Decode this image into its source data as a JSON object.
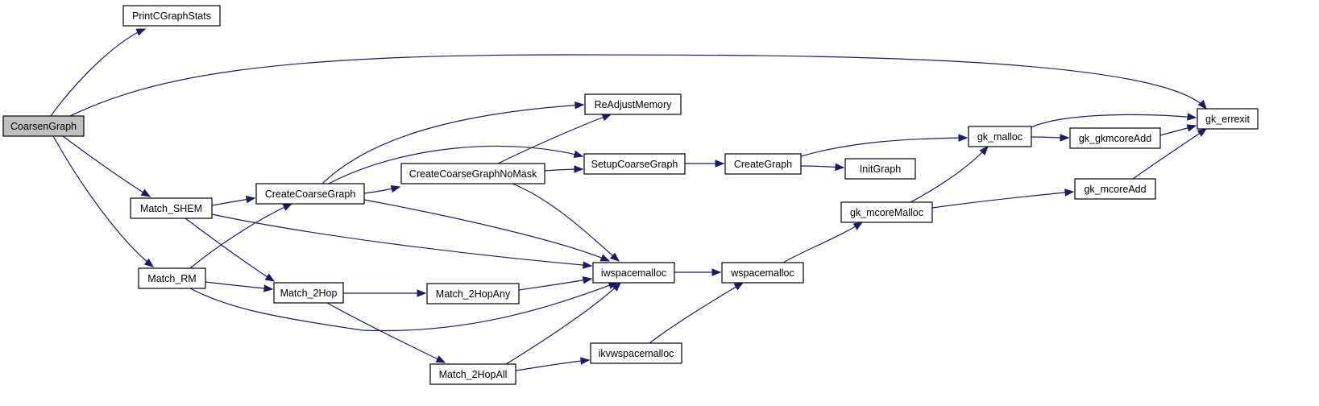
{
  "graph": {
    "root": "CoarsenGraph",
    "nodes": [
      {
        "id": "CoarsenGraph",
        "label": "CoarsenGraph"
      },
      {
        "id": "PrintCGraphStats",
        "label": "PrintCGraphStats"
      },
      {
        "id": "gk_errexit",
        "label": "gk_errexit"
      },
      {
        "id": "Match_SHEM",
        "label": "Match_SHEM"
      },
      {
        "id": "Match_RM",
        "label": "Match_RM"
      },
      {
        "id": "CreateCoarseGraph",
        "label": "CreateCoarseGraph"
      },
      {
        "id": "Match_2Hop",
        "label": "Match_2Hop"
      },
      {
        "id": "iwspacemalloc",
        "label": "iwspacemalloc"
      },
      {
        "id": "ReAdjustMemory",
        "label": "ReAdjustMemory"
      },
      {
        "id": "SetupCoarseGraph",
        "label": "SetupCoarseGraph"
      },
      {
        "id": "CreateCoarseGraphNoMask",
        "label": "CreateCoarseGraphNoMask"
      },
      {
        "id": "Match_2HopAny",
        "label": "Match_2HopAny"
      },
      {
        "id": "Match_2HopAll",
        "label": "Match_2HopAll"
      },
      {
        "id": "ikvwspacemalloc",
        "label": "ikvwspacemalloc"
      },
      {
        "id": "CreateGraph",
        "label": "CreateGraph"
      },
      {
        "id": "InitGraph",
        "label": "InitGraph"
      },
      {
        "id": "wspacemalloc",
        "label": "wspacemalloc"
      },
      {
        "id": "gk_malloc",
        "label": "gk_malloc"
      },
      {
        "id": "gk_mcoreMalloc",
        "label": "gk_mcoreMalloc"
      },
      {
        "id": "gk_gkmcoreAdd",
        "label": "gk_gkmcoreAdd"
      },
      {
        "id": "gk_mcoreAdd",
        "label": "gk_mcoreAdd"
      }
    ],
    "edges": [
      {
        "from": "CoarsenGraph",
        "to": "PrintCGraphStats"
      },
      {
        "from": "CoarsenGraph",
        "to": "gk_errexit"
      },
      {
        "from": "CoarsenGraph",
        "to": "Match_SHEM"
      },
      {
        "from": "CoarsenGraph",
        "to": "Match_RM"
      },
      {
        "from": "Match_SHEM",
        "to": "CreateCoarseGraph"
      },
      {
        "from": "Match_SHEM",
        "to": "Match_2Hop"
      },
      {
        "from": "Match_SHEM",
        "to": "iwspacemalloc"
      },
      {
        "from": "Match_RM",
        "to": "CreateCoarseGraph"
      },
      {
        "from": "Match_RM",
        "to": "Match_2Hop"
      },
      {
        "from": "Match_RM",
        "to": "iwspacemalloc"
      },
      {
        "from": "CreateCoarseGraph",
        "to": "ReAdjustMemory"
      },
      {
        "from": "CreateCoarseGraph",
        "to": "SetupCoarseGraph"
      },
      {
        "from": "CreateCoarseGraph",
        "to": "CreateCoarseGraphNoMask"
      },
      {
        "from": "CreateCoarseGraph",
        "to": "iwspacemalloc"
      },
      {
        "from": "CreateCoarseGraphNoMask",
        "to": "ReAdjustMemory"
      },
      {
        "from": "CreateCoarseGraphNoMask",
        "to": "SetupCoarseGraph"
      },
      {
        "from": "CreateCoarseGraphNoMask",
        "to": "iwspacemalloc"
      },
      {
        "from": "Match_2Hop",
        "to": "Match_2HopAny"
      },
      {
        "from": "Match_2Hop",
        "to": "Match_2HopAll"
      },
      {
        "from": "Match_2HopAny",
        "to": "iwspacemalloc"
      },
      {
        "from": "Match_2HopAll",
        "to": "iwspacemalloc"
      },
      {
        "from": "Match_2HopAll",
        "to": "ikvwspacemalloc"
      },
      {
        "from": "SetupCoarseGraph",
        "to": "CreateGraph"
      },
      {
        "from": "CreateGraph",
        "to": "InitGraph"
      },
      {
        "from": "CreateGraph",
        "to": "gk_malloc"
      },
      {
        "from": "iwspacemalloc",
        "to": "wspacemalloc"
      },
      {
        "from": "ikvwspacemalloc",
        "to": "wspacemalloc"
      },
      {
        "from": "wspacemalloc",
        "to": "gk_mcoreMalloc"
      },
      {
        "from": "gk_mcoreMalloc",
        "to": "gk_malloc"
      },
      {
        "from": "gk_mcoreMalloc",
        "to": "gk_mcoreAdd"
      },
      {
        "from": "gk_malloc",
        "to": "gk_errexit"
      },
      {
        "from": "gk_malloc",
        "to": "gk_gkmcoreAdd"
      },
      {
        "from": "gk_gkmcoreAdd",
        "to": "gk_errexit"
      },
      {
        "from": "gk_mcoreAdd",
        "to": "gk_errexit"
      }
    ]
  },
  "colors": {
    "edge": "#191970",
    "node_border": "#000000",
    "node_fill": "#ffffff",
    "root_fill": "#bfbfbf"
  }
}
